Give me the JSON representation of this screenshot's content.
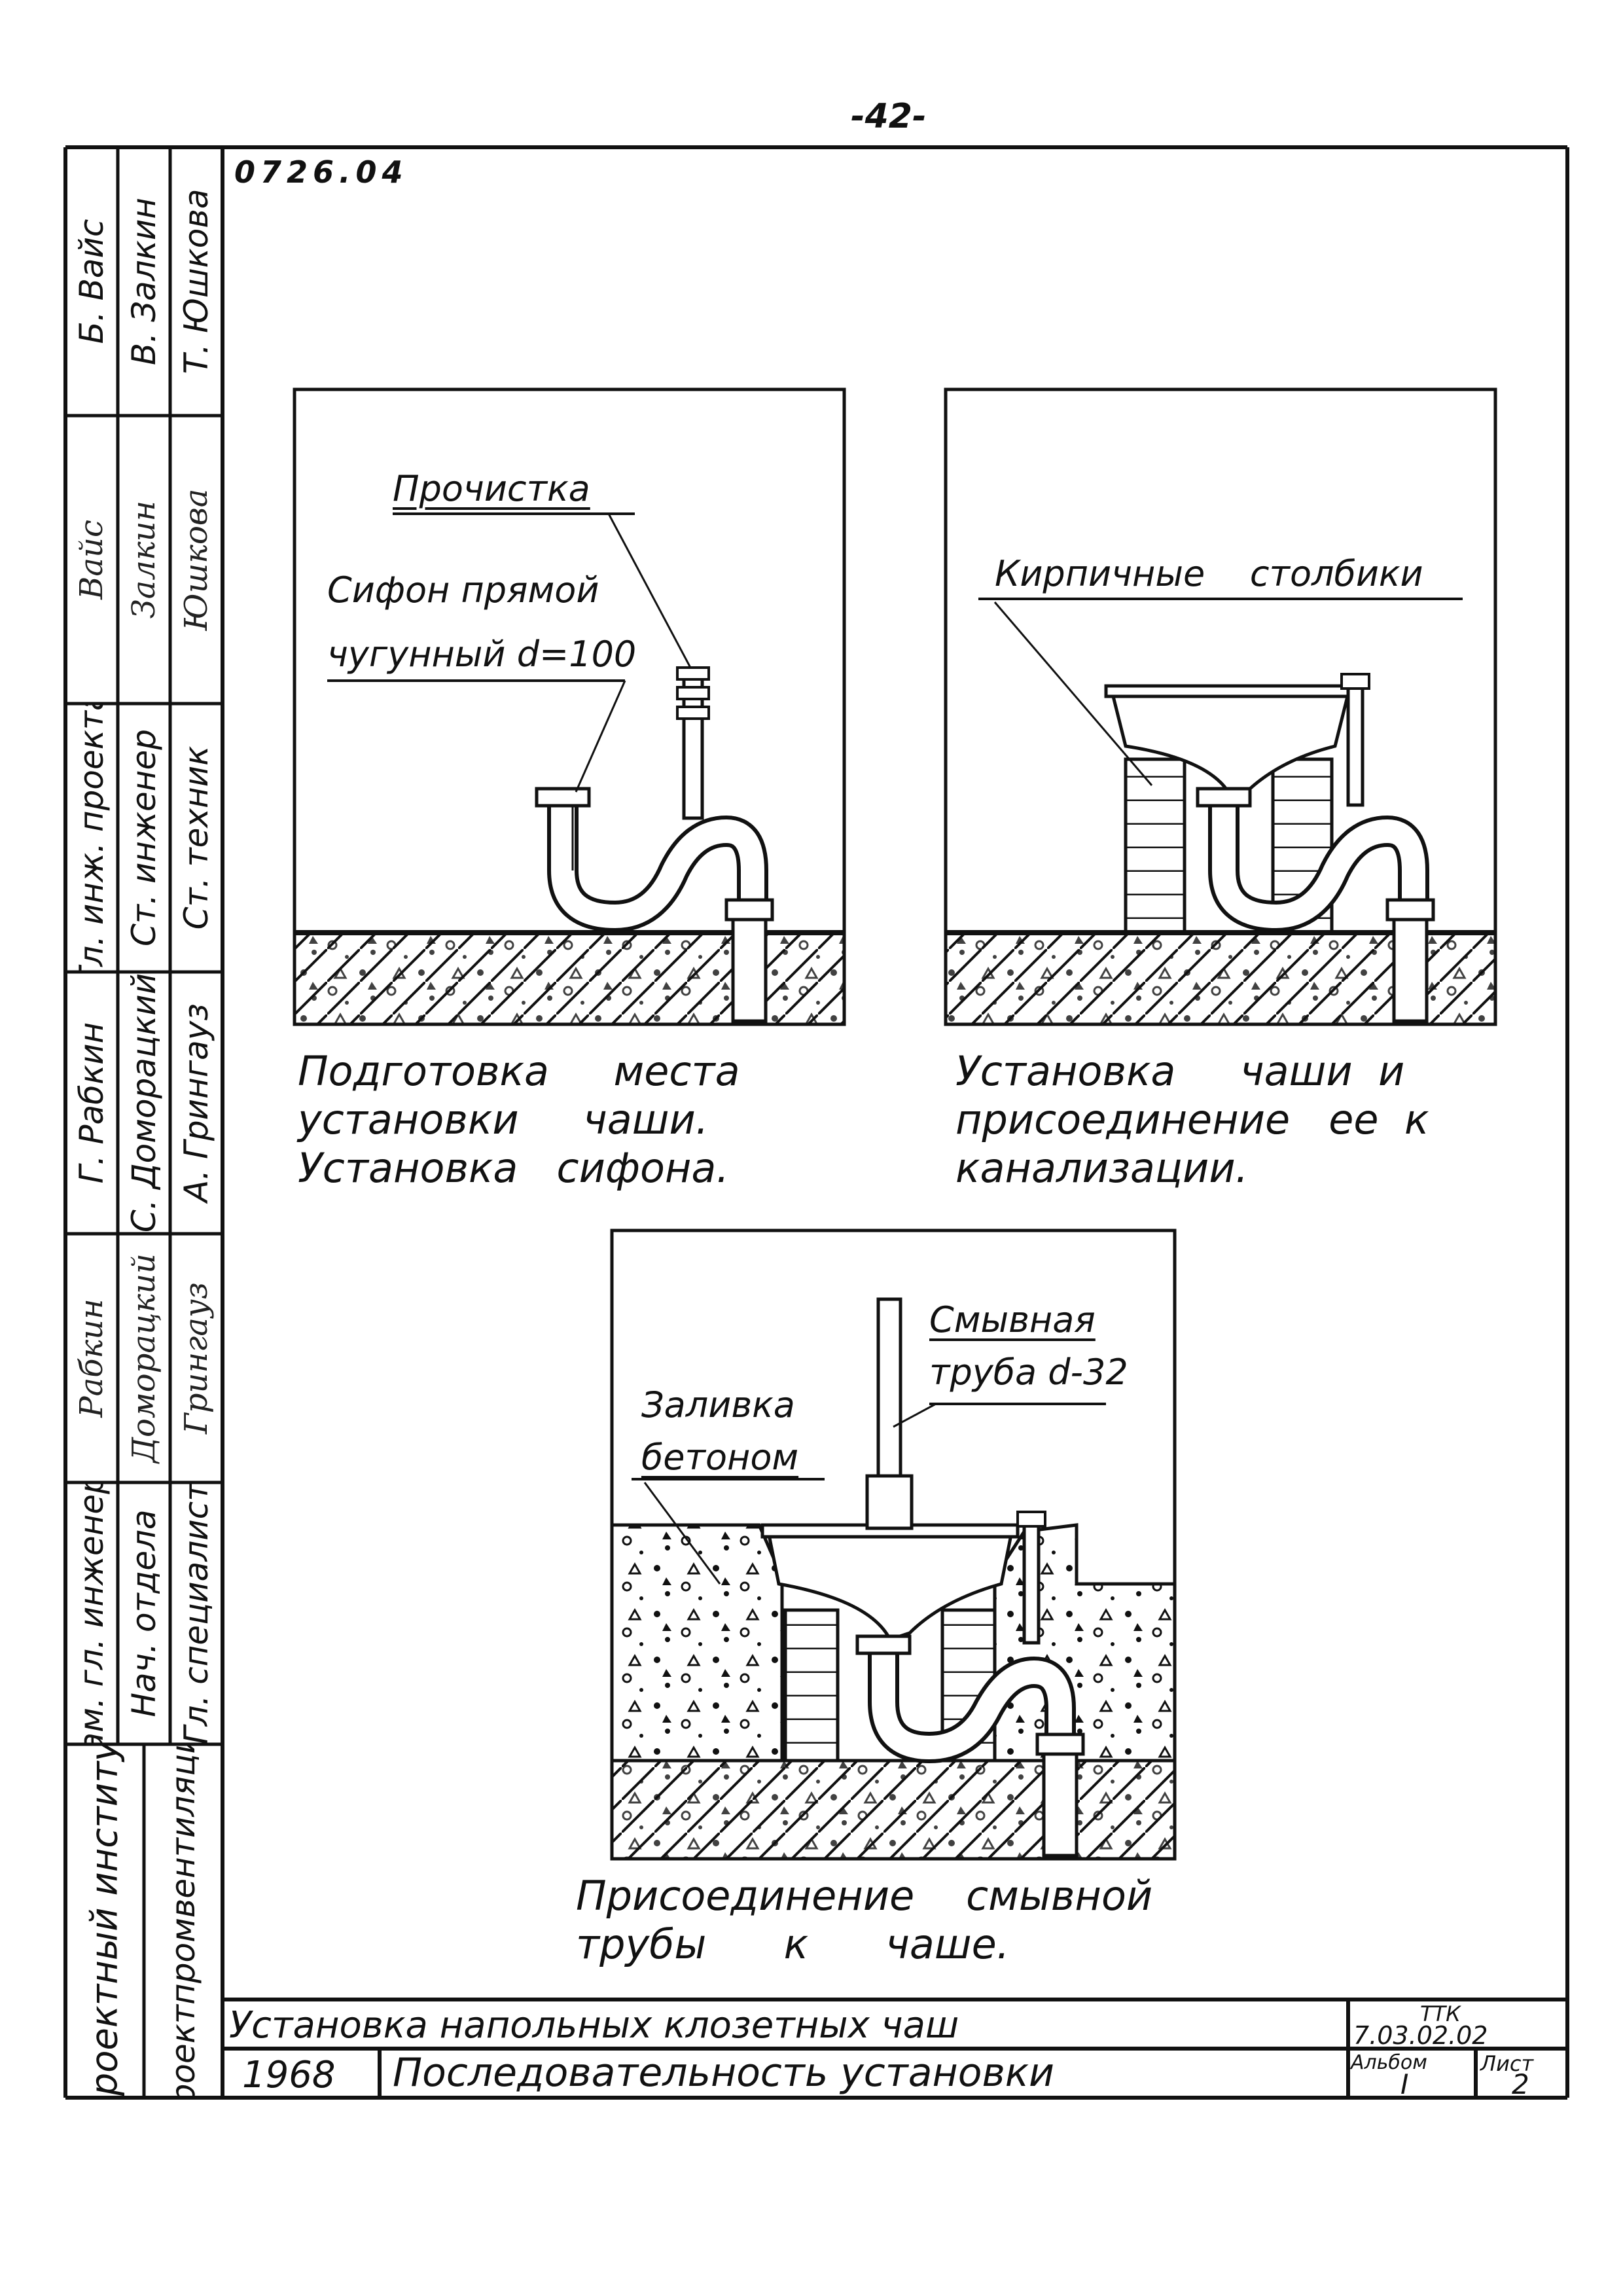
{
  "page_number": "-42-",
  "doc_code": "0726.04",
  "strip": {
    "names": [
      "Б. Вайс",
      "В. Залкин",
      "Т. Юшкова"
    ],
    "signatures": [
      "Вайс",
      "Залкин",
      "Юшкова"
    ],
    "positions": [
      "Гл. инж. проекта",
      "Ст. инженер",
      "Ст. техник"
    ],
    "names2": [
      "Г. Рабкин",
      "С. Доморацкий",
      "А. Грингауз"
    ],
    "signatures2": [
      "Рабкин",
      "Доморацкий",
      "Грингауз"
    ],
    "positions2": [
      "Зам. гл. инженера",
      "Нач. отдела",
      "Гл. специалист"
    ],
    "institute_line1": "Проектный институт",
    "institute_line2": "Проектпромвентиляция"
  },
  "figures": {
    "fig1": {
      "labels": {
        "cleanout": "Прочистка",
        "siphon_1": "Сифон прямой",
        "siphon_2": "чугунный d=100"
      },
      "caption": "Подготовка     места\nустановки     чаши.\nУстановка   сифона."
    },
    "fig2": {
      "labels": {
        "brick": "Кирпичные    столбики"
      },
      "caption": "Установка     чаши  и\nприсоединение   ее  к\nканализации."
    },
    "fig3": {
      "labels": {
        "flush_1": "Смывная",
        "flush_2": "труба d-32",
        "concrete_1": "Заливка",
        "concrete_2": "бетоном"
      },
      "caption": "Присоединение    смывной\nтрубы      к      чаше."
    }
  },
  "title_block": {
    "title": "Установка  напольных   клозетных    чаш",
    "year": "1968",
    "subtitle": "Последовательность   установки",
    "series_1": "ТТК",
    "series_2": "7.03.02.02",
    "album_label": "Альбом",
    "album_value": "I",
    "sheet_label": "Лист",
    "sheet_value": "2"
  }
}
